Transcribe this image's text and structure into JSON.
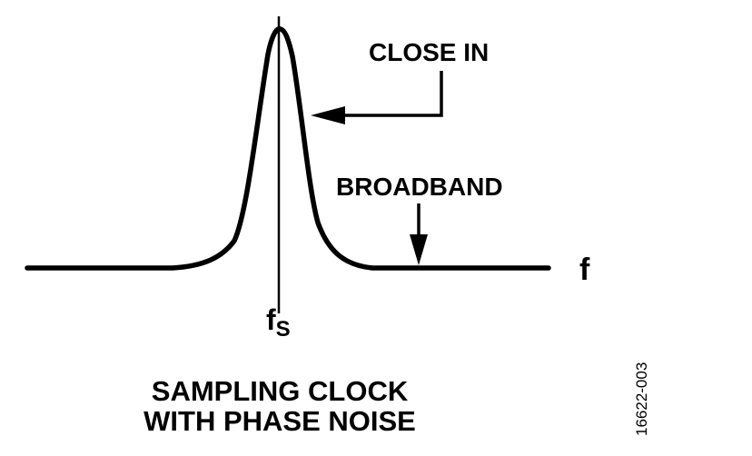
{
  "diagram": {
    "close_in_label": "CLOSE IN",
    "broadband_label": "BROADBAND",
    "axis_label": "f",
    "center_label_main": "f",
    "center_label_sub": "S",
    "caption_line1": "SAMPLING CLOCK",
    "caption_line2": "WITH PHASE NOISE",
    "figure_id": "16622-003",
    "line_color": "#000000",
    "background_color": "#ffffff"
  }
}
